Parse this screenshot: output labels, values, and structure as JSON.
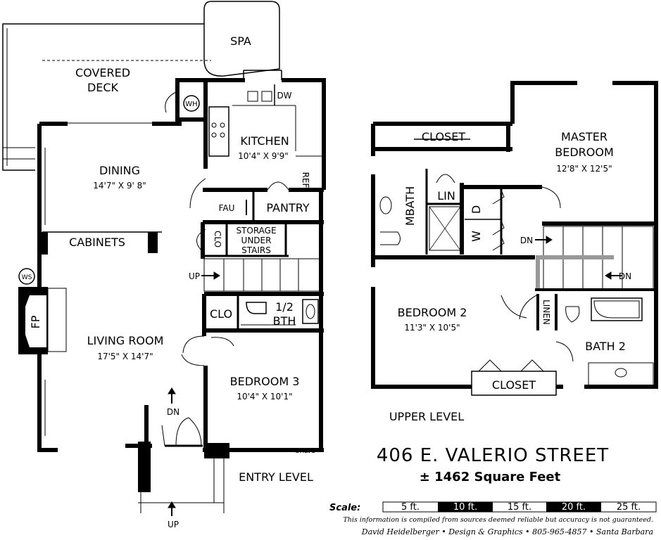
{
  "rooms": {
    "spa": "SPA",
    "covered_deck_1": "COVERED",
    "covered_deck_2": "DECK",
    "wh": "WH",
    "dw": "DW",
    "kitchen": "KITCHEN",
    "kitchen_dim": "10'4\" X 9'9\"",
    "ref": "REF",
    "dining": "DINING",
    "dining_dim": "14'7\" X 9' 8\"",
    "fau": "FAU",
    "pantry": "PANTRY",
    "cabinets": "CABINETS",
    "clo_stairs": "CLO",
    "storage_1": "STORAGE",
    "storage_2": "UNDER",
    "storage_3": "STAIRS",
    "ws": "WS",
    "up_stairs": "UP",
    "fp": "FP",
    "clo_bath": "CLO",
    "half_bath_1": "1/2",
    "half_bath_2": "BTH",
    "living_room": "LIVING ROOM",
    "living_room_dim": "17'5\" X 14'7\"",
    "dn_entry": "DN",
    "bedroom3": "BEDROOM 3",
    "bedroom3_dim": "10'4\" X 10'1\"",
    "shlvs": "SHLVS",
    "entry_level": "ENTRY LEVEL",
    "up_entry": "UP",
    "closet_upper": "CLOSET",
    "master_bedroom_1": "MASTER",
    "master_bedroom_2": "BEDROOM",
    "master_bedroom_dim": "12'8\" X 12'5\"",
    "mbath": "MBATH",
    "lin": "LIN",
    "d": "D",
    "w": "W",
    "dn_upper_1": "DN",
    "dn_upper_2": "DN",
    "bedroom2": "BEDROOM 2",
    "bedroom2_dim": "11'3\" X 10'5\"",
    "linen": "LINEN",
    "bath2": "BATH 2",
    "closet_bed2": "CLOSET",
    "upper_level": "UPPER LEVEL"
  },
  "info": {
    "address": "406 E. VALERIO STREET",
    "square_feet": "± 1462 Square Feet",
    "scale_label": "Scale:",
    "scale_marks": [
      "5 ft.",
      "10 ft.",
      "15 ft.",
      "20 ft.",
      "25 ft."
    ],
    "disclaimer": "This information is compiled from sources deemed reliable but accuracy is not guaranteed.",
    "credit": "David Heidelberger • Design & Graphics • 805-965-4857 • Santa Barbara"
  }
}
